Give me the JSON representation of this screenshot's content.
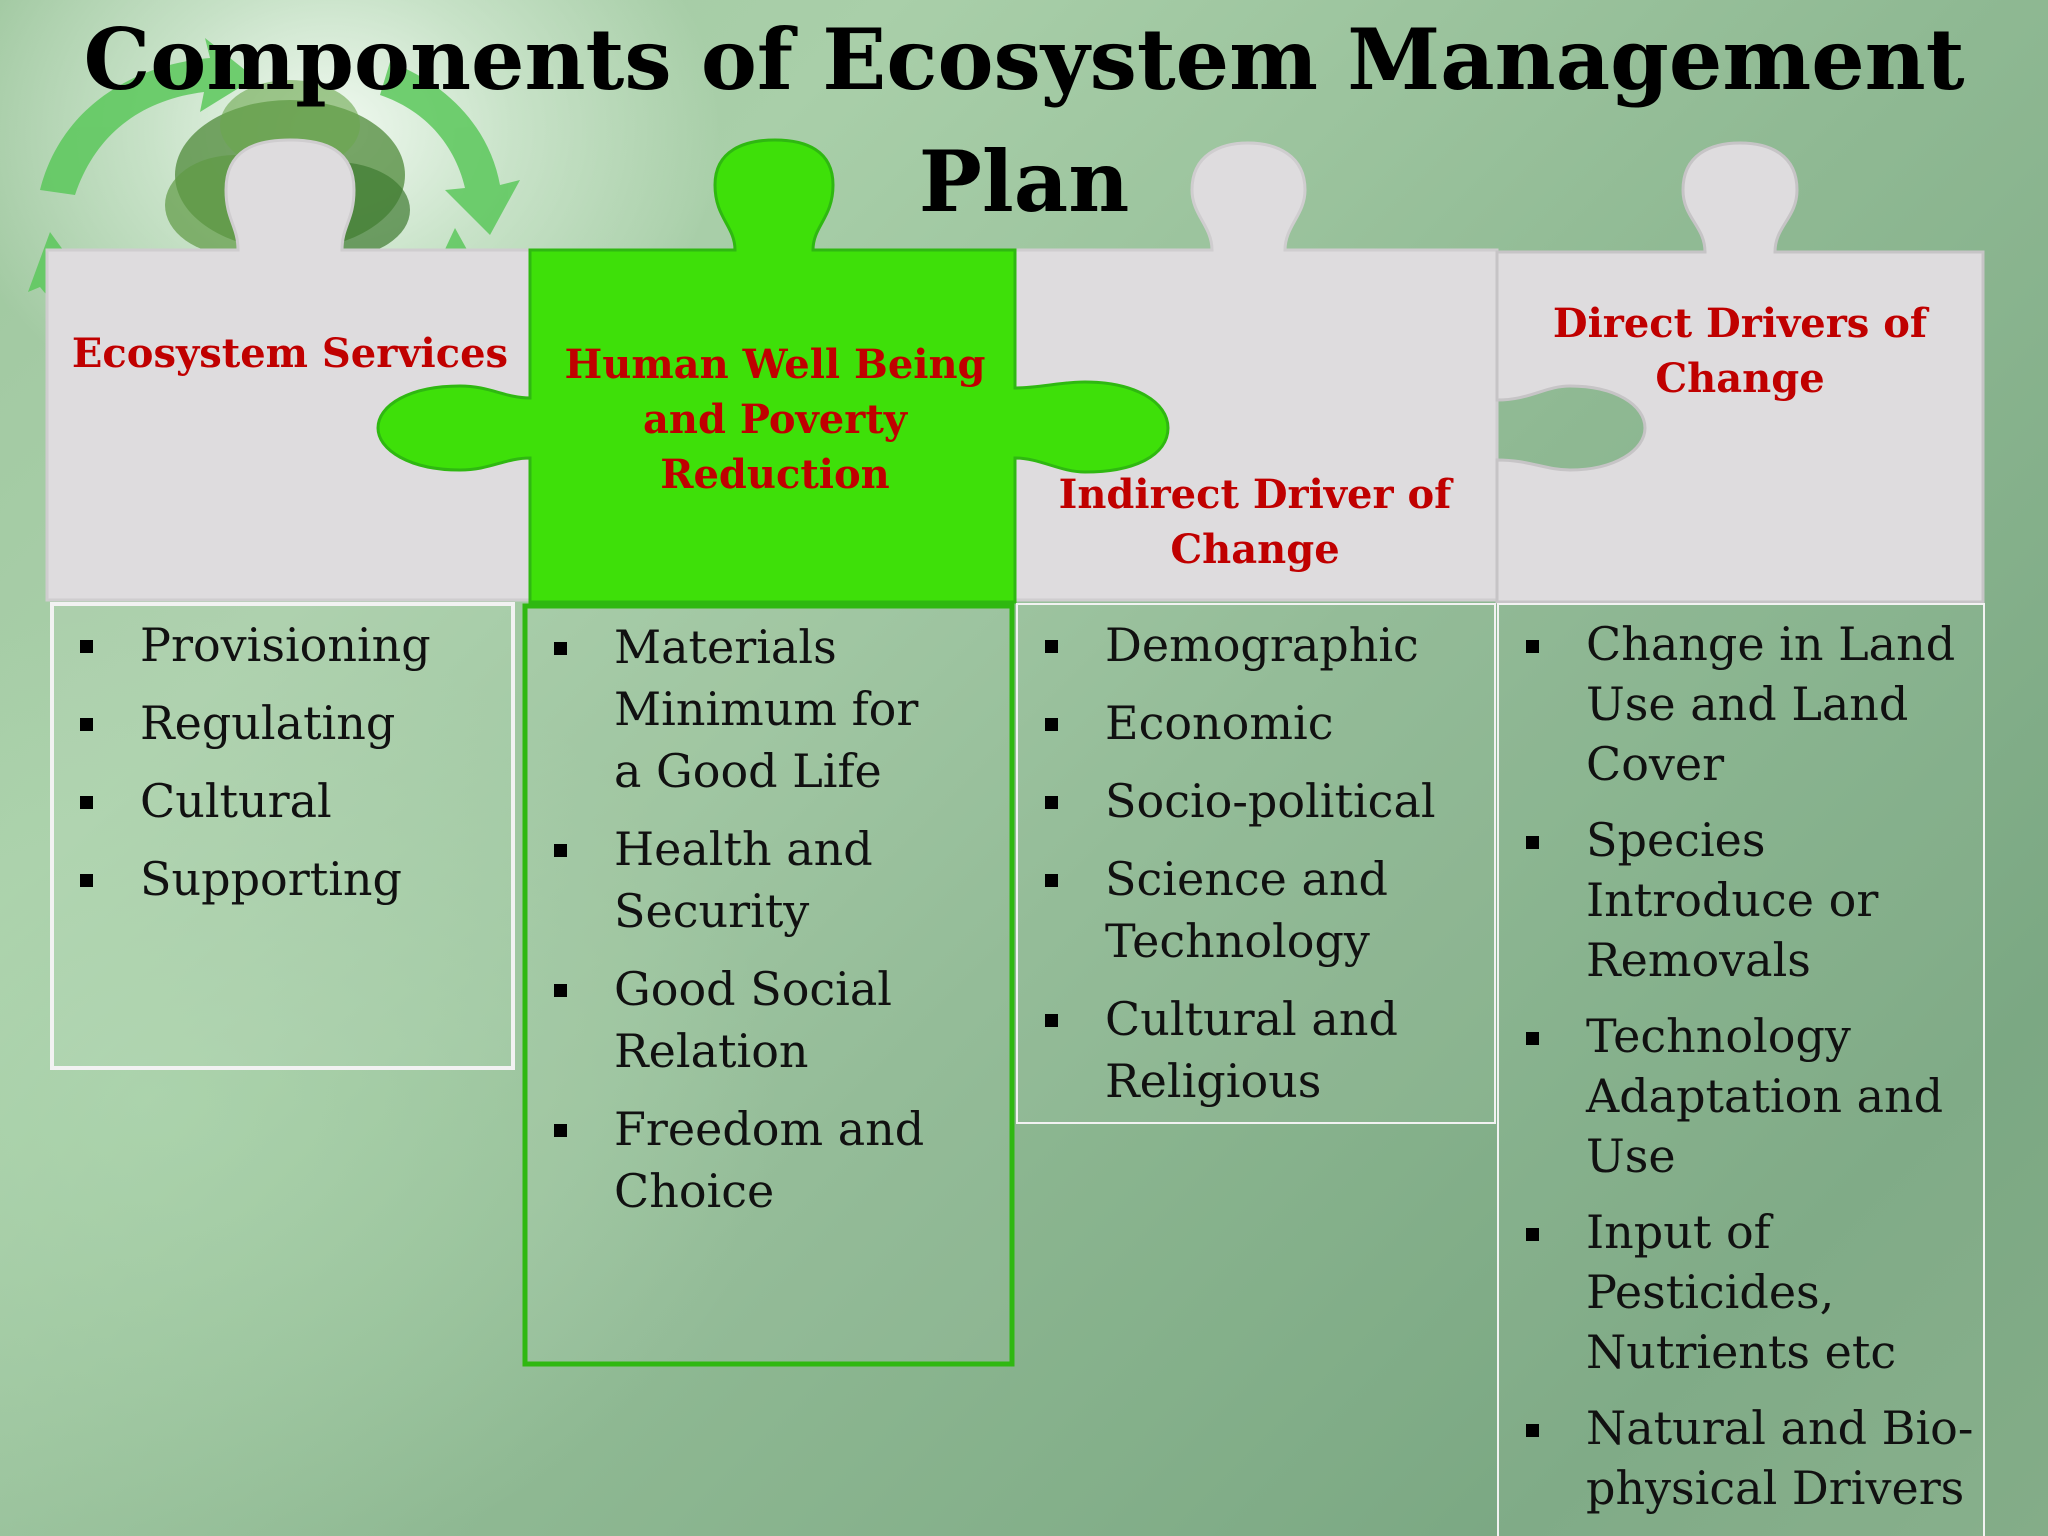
{
  "slide": {
    "title_line1": "Components of  Ecosystem Management",
    "title_line2": "Plan"
  },
  "colors": {
    "piece_grey": "#dedcde",
    "piece_green": "#3ee009",
    "heading_red": "#c00000",
    "box_border_green": "#2fb811",
    "box_border_white": "#f2f2f2"
  },
  "columns": [
    {
      "heading": [
        "Ecosystem Services"
      ],
      "items": [
        "Provisioning",
        "Regulating",
        "Cultural",
        "Supporting"
      ]
    },
    {
      "heading": [
        "Human Well Being",
        "and Poverty",
        "Reduction"
      ],
      "items": [
        "Materials Minimum for a Good Life",
        "Health and Security",
        "Good Social Relation",
        "Freedom and Choice"
      ]
    },
    {
      "heading": [
        "Indirect Driver of",
        "Change"
      ],
      "items": [
        "Demographic",
        "Economic",
        "Socio-political",
        "Science and Technology",
        "Cultural and Religious"
      ]
    },
    {
      "heading": [
        "Direct Drivers of",
        "Change"
      ],
      "items": [
        "Change in Land Use and Land Cover",
        "Species Introduce or Removals",
        " Technology Adaptation and Use",
        "Input of Pesticides, Nutrients etc",
        " Natural and Bio-physical Drivers"
      ]
    }
  ]
}
